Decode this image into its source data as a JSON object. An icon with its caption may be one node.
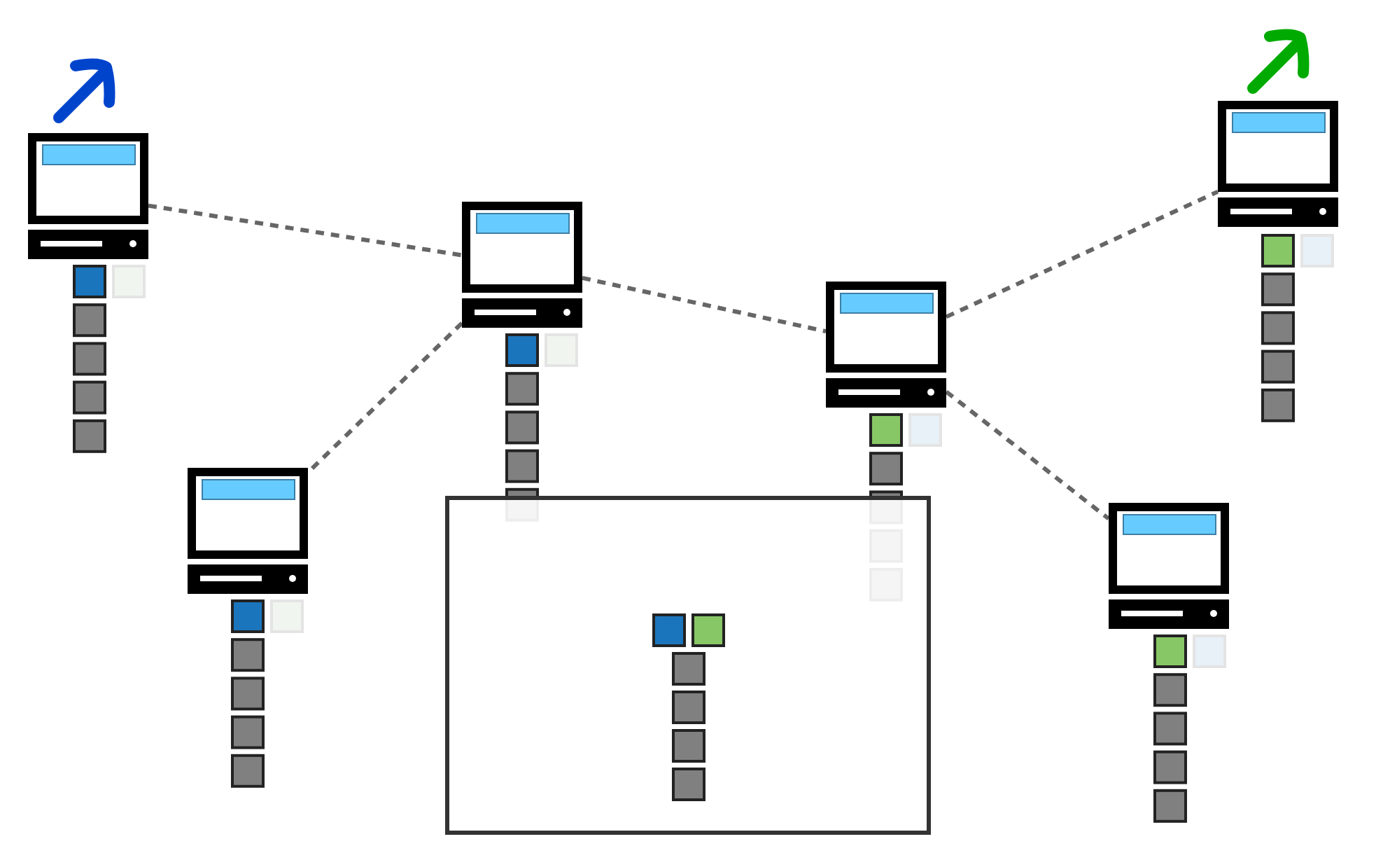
{
  "diagram": {
    "nodes": [
      {
        "text": [],
        "shape": "computer"
      },
      {
        "text": [],
        "shape": "computer"
      },
      {
        "text": [],
        "shape": "computer"
      },
      {
        "text": [],
        "shape": "computer"
      },
      {
        "text": [],
        "shape": "computer"
      },
      {
        "text": [],
        "shape": "computer"
      },
      {
        "text": [],
        "shape": "box"
      }
    ],
    "edges": [
      {
        "from": 0,
        "to": 1,
        "arrow": "none",
        "style": "dashed"
      },
      {
        "from": 1,
        "to": 2,
        "arrow": "none",
        "style": "dashed"
      },
      {
        "from": 1,
        "to": 3,
        "arrow": "none",
        "style": "dashed"
      },
      {
        "from": 3,
        "to": 4,
        "arrow": "none",
        "style": "dashed"
      },
      {
        "from": 3,
        "to": 5,
        "arrow": "none",
        "style": "dashed"
      }
    ]
  }
}
